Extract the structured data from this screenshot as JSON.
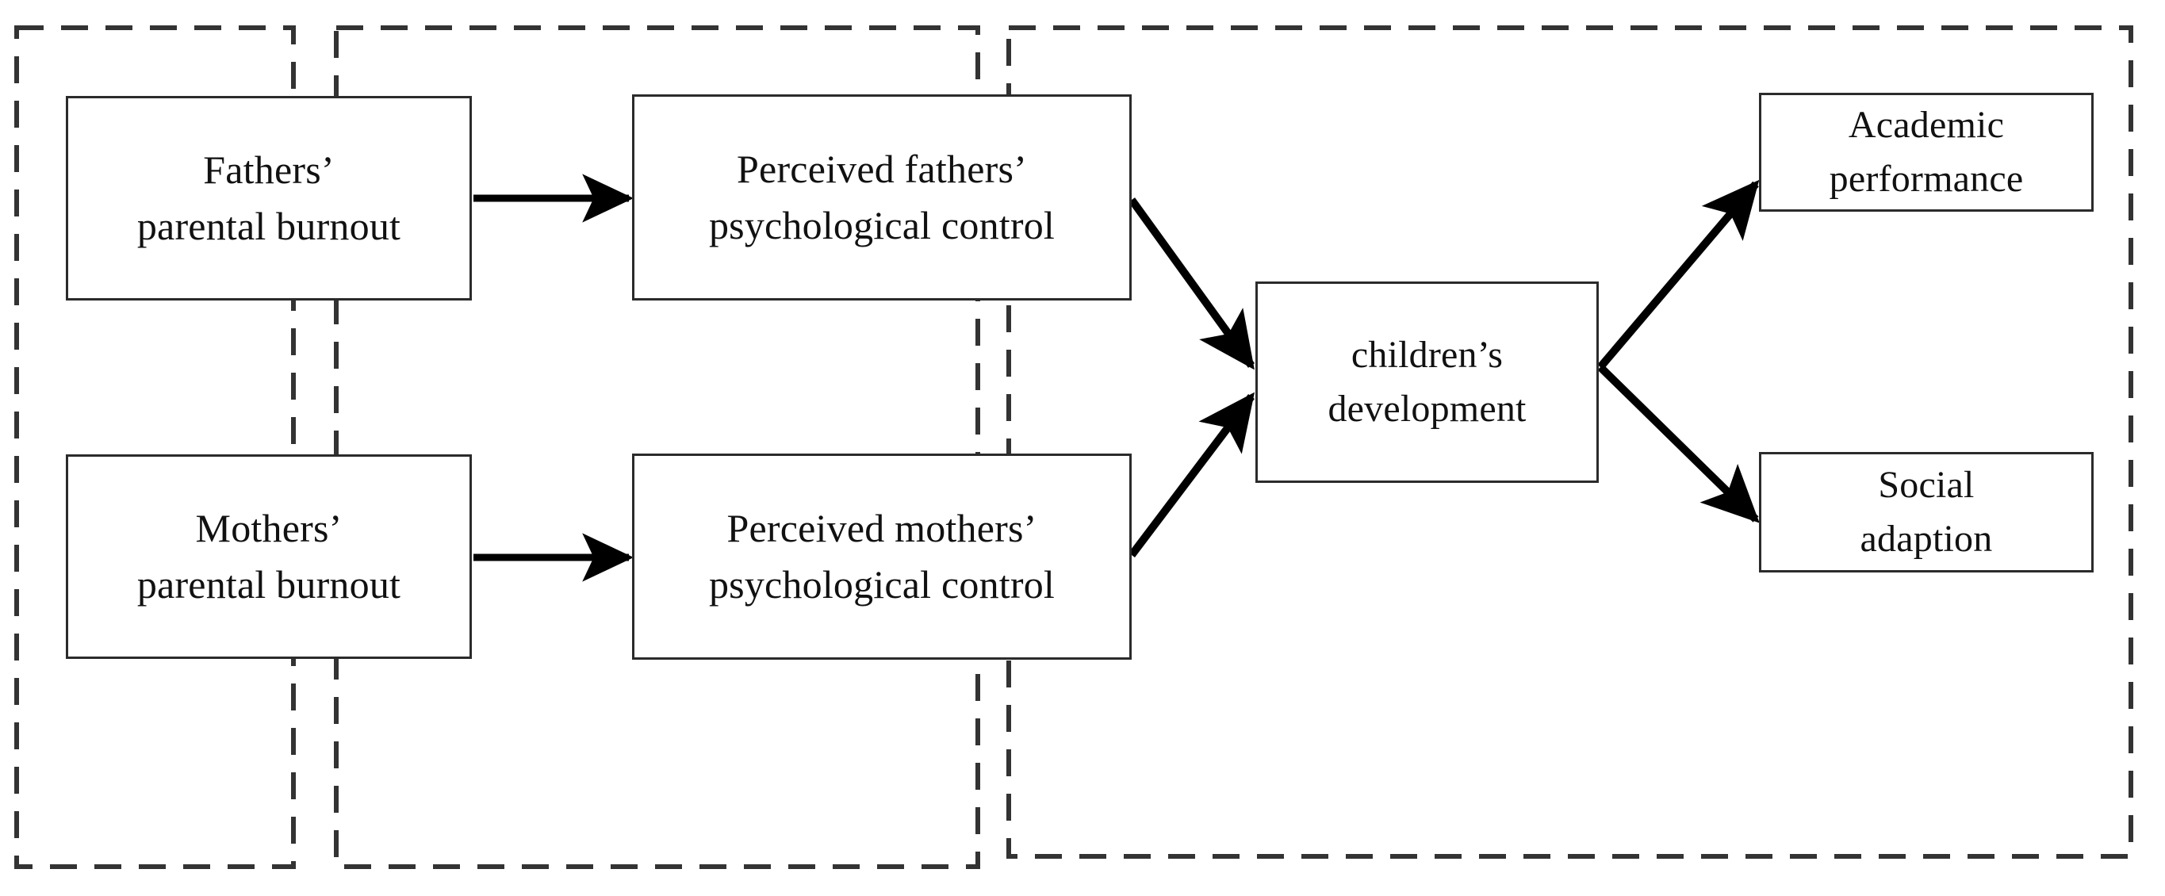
{
  "diagram": {
    "type": "conceptual-model-path-diagram",
    "background_color": "#ffffff",
    "box_border_color": "#2b2b2b",
    "arrow_color": "#000000",
    "dashed_border_color": "#333333",
    "panels": [
      {
        "id": "panel-predictors",
        "label": ""
      },
      {
        "id": "panel-mediators",
        "label": ""
      },
      {
        "id": "panel-outcomes",
        "label": ""
      }
    ],
    "nodes": [
      {
        "id": "fathers-burnout",
        "lines": [
          "Fathers’",
          "parental burnout"
        ],
        "panel": "panel-predictors"
      },
      {
        "id": "mothers-burnout",
        "lines": [
          "Mothers’",
          "parental burnout"
        ],
        "panel": "panel-predictors"
      },
      {
        "id": "perceived-fathers-control",
        "lines": [
          "Perceived fathers’",
          "psychological control"
        ],
        "panel": "panel-mediators"
      },
      {
        "id": "perceived-mothers-control",
        "lines": [
          "Perceived mothers’",
          "psychological control"
        ],
        "panel": "panel-mediators"
      },
      {
        "id": "children-development",
        "lines": [
          "children’s",
          "development"
        ],
        "panel": "panel-outcomes"
      },
      {
        "id": "academic-performance",
        "lines": [
          "Academic",
          "performance"
        ],
        "panel": "panel-outcomes"
      },
      {
        "id": "social-adaption",
        "lines": [
          "Social",
          "adaption"
        ],
        "panel": "panel-outcomes"
      }
    ],
    "edges": [
      {
        "id": "edge-fathers-to-perceived-fathers",
        "from": "fathers-burnout",
        "to": "perceived-fathers-control",
        "style": "solid-arrow",
        "label": ""
      },
      {
        "id": "edge-mothers-to-perceived-mothers",
        "from": "mothers-burnout",
        "to": "perceived-mothers-control",
        "style": "solid-arrow",
        "label": ""
      },
      {
        "id": "edge-perceived-fathers-to-development",
        "from": "perceived-fathers-control",
        "to": "children-development",
        "style": "solid-arrow",
        "label": ""
      },
      {
        "id": "edge-perceived-mothers-to-development",
        "from": "perceived-mothers-control",
        "to": "children-development",
        "style": "solid-arrow",
        "label": ""
      },
      {
        "id": "edge-development-to-academic",
        "from": "children-development",
        "to": "academic-performance",
        "style": "solid-arrow",
        "label": ""
      },
      {
        "id": "edge-development-to-social",
        "from": "children-development",
        "to": "social-adaption",
        "style": "solid-arrow",
        "label": ""
      }
    ]
  }
}
